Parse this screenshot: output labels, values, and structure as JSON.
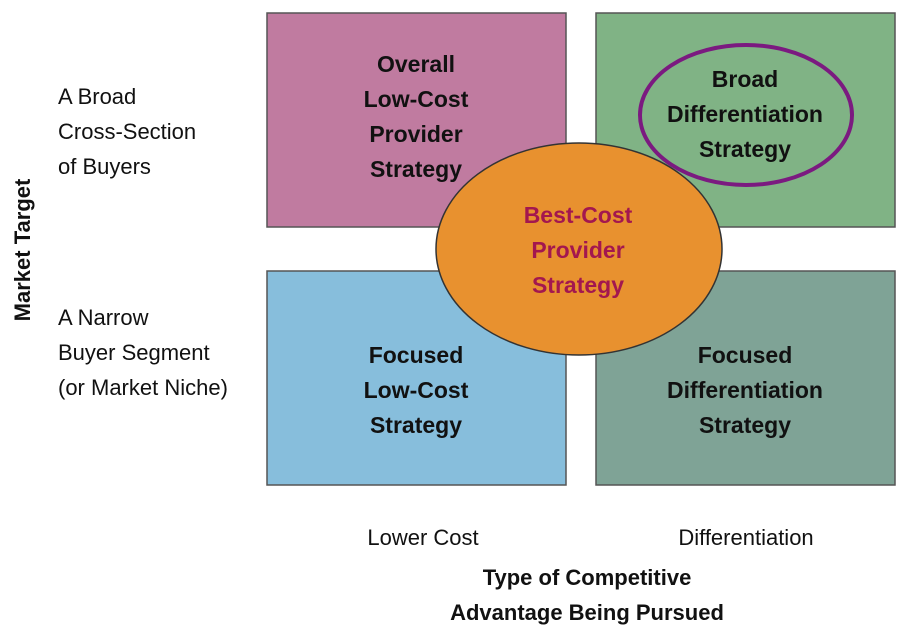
{
  "colors": {
    "overall_low_cost": "#c07ba0",
    "broad_differentiation": "#80b385",
    "focused_low_cost": "#87bedc",
    "focused_differentiation": "#7fa396",
    "best_cost": "#e8912f",
    "best_cost_text": "#a3174f",
    "highlight_ring": "#7b1a80"
  },
  "y_axis": {
    "title": "Market Target",
    "rows": [
      {
        "lines": [
          "A Broad",
          "Cross-Section",
          "of Buyers"
        ]
      },
      {
        "lines": [
          "A Narrow",
          "Buyer Segment",
          "(or Market Niche)"
        ]
      }
    ]
  },
  "x_axis": {
    "columns": [
      "Lower Cost",
      "Differentiation"
    ],
    "title_lines": [
      "Type of Competitive",
      "Advantage Being Pursued"
    ]
  },
  "boxes": {
    "overall_low_cost": [
      "Overall",
      "Low-Cost",
      "Provider",
      "Strategy"
    ],
    "broad_differentiation": [
      "Broad",
      "Differentiation",
      "Strategy"
    ],
    "focused_low_cost": [
      "Focused",
      "Low-Cost",
      "Strategy"
    ],
    "focused_differentiation": [
      "Focused",
      "Differentiation",
      "Strategy"
    ],
    "best_cost": [
      "Best-Cost",
      "Provider",
      "Strategy"
    ]
  }
}
